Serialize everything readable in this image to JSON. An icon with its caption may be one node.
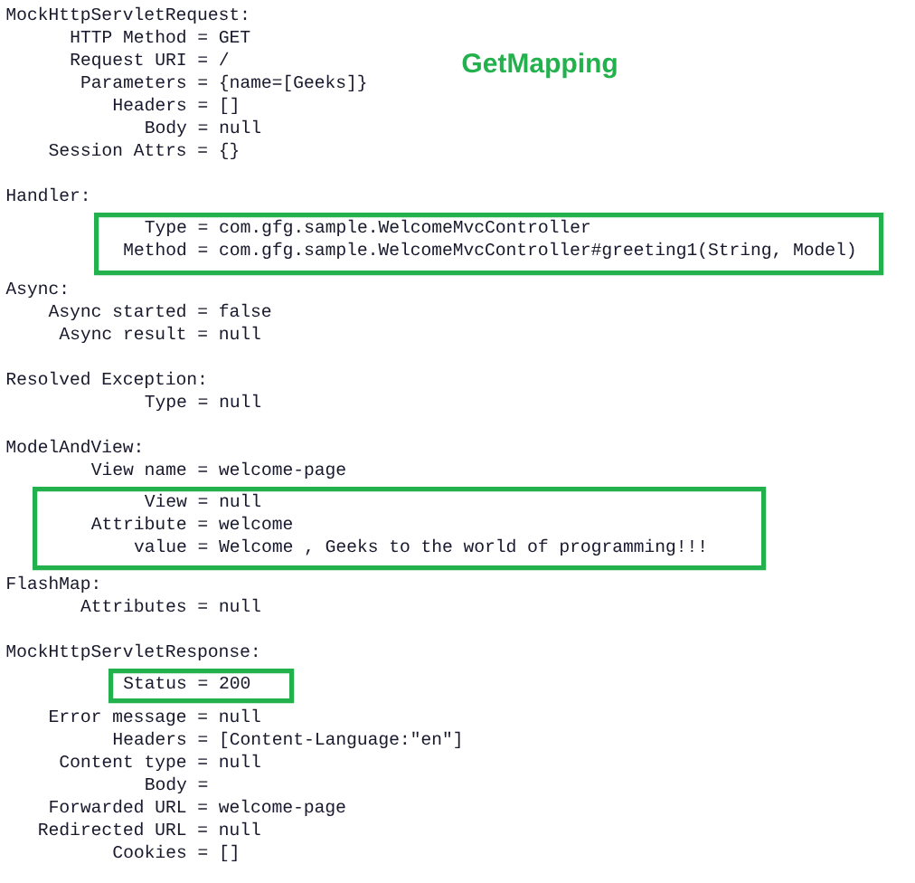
{
  "diagram": {
    "title": "GetMapping",
    "nodes": [
      {
        "text": [
          "Type = com.gfg.sample.WelcomeMvcController",
          "Method = com.gfg.sample.WelcomeMvcController#greeting1(String, Model)"
        ]
      },
      {
        "text": [
          "View = null",
          "Attribute = welcome",
          "value = Welcome , Geeks to the world of programming!!!"
        ]
      },
      {
        "text": [
          "Status = 200"
        ]
      }
    ],
    "labels": [
      "MockHttpServletRequest:",
      "HTTP Method = GET",
      "Request URI = /",
      "Parameters = {name=[Geeks]}",
      "Headers = []",
      "Body = null",
      "Session Attrs = {}",
      "Handler:",
      "Async:",
      "Async started = false",
      "Async result = null",
      "Resolved Exception:",
      "Type = null",
      "ModelAndView:",
      "View name = welcome-page",
      "FlashMap:",
      "Attributes = null",
      "MockHttpServletResponse:",
      "Error message = null",
      "Headers = [Content-Language:\"en\"]",
      "Content type = null",
      "Body =",
      "Forwarded URL = welcome-page",
      "Redirected URL = null",
      "Cookies = []"
    ]
  }
}
